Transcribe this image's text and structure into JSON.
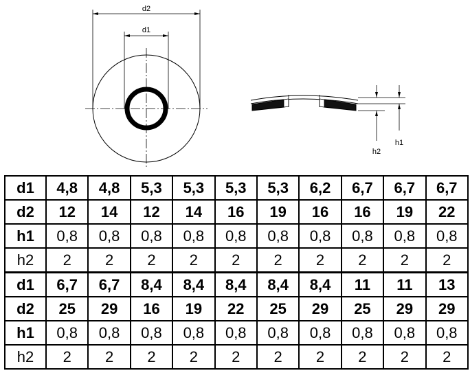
{
  "drawing": {
    "front_view": {
      "outer_dim_label": "d2",
      "inner_dim_label": "d1"
    },
    "side_view": {
      "height_label_1": "h2",
      "height_label_2": "h1"
    }
  },
  "table": {
    "blocks": [
      {
        "rows": [
          {
            "label": "d1",
            "values": [
              "4,8",
              "4,8",
              "5,3",
              "5,3",
              "5,3",
              "5,3",
              "6,2",
              "6,7",
              "6,7",
              "6,7"
            ]
          },
          {
            "label": "d2",
            "values": [
              "12",
              "14",
              "12",
              "14",
              "16",
              "19",
              "16",
              "16",
              "19",
              "22"
            ]
          },
          {
            "label": "h1",
            "values": [
              "0,8",
              "0,8",
              "0,8",
              "0,8",
              "0,8",
              "0,8",
              "0,8",
              "0,8",
              "0,8",
              "0,8"
            ]
          },
          {
            "label": "h2",
            "values": [
              "2",
              "2",
              "2",
              "2",
              "2",
              "2",
              "2",
              "2",
              "2",
              "2"
            ]
          }
        ]
      },
      {
        "rows": [
          {
            "label": "d1",
            "values": [
              "6,7",
              "6,7",
              "8,4",
              "8,4",
              "8,4",
              "8,4",
              "8,4",
              "11",
              "11",
              "13"
            ]
          },
          {
            "label": "d2",
            "values": [
              "25",
              "29",
              "16",
              "19",
              "22",
              "25",
              "29",
              "25",
              "29",
              "29"
            ]
          },
          {
            "label": "h1",
            "values": [
              "0,8",
              "0,8",
              "0,8",
              "0,8",
              "0,8",
              "0,8",
              "0,8",
              "0,8",
              "0,8",
              "0,8"
            ]
          },
          {
            "label": "h2",
            "values": [
              "2",
              "2",
              "2",
              "2",
              "2",
              "2",
              "2",
              "2",
              "2",
              "2"
            ]
          }
        ]
      }
    ]
  }
}
